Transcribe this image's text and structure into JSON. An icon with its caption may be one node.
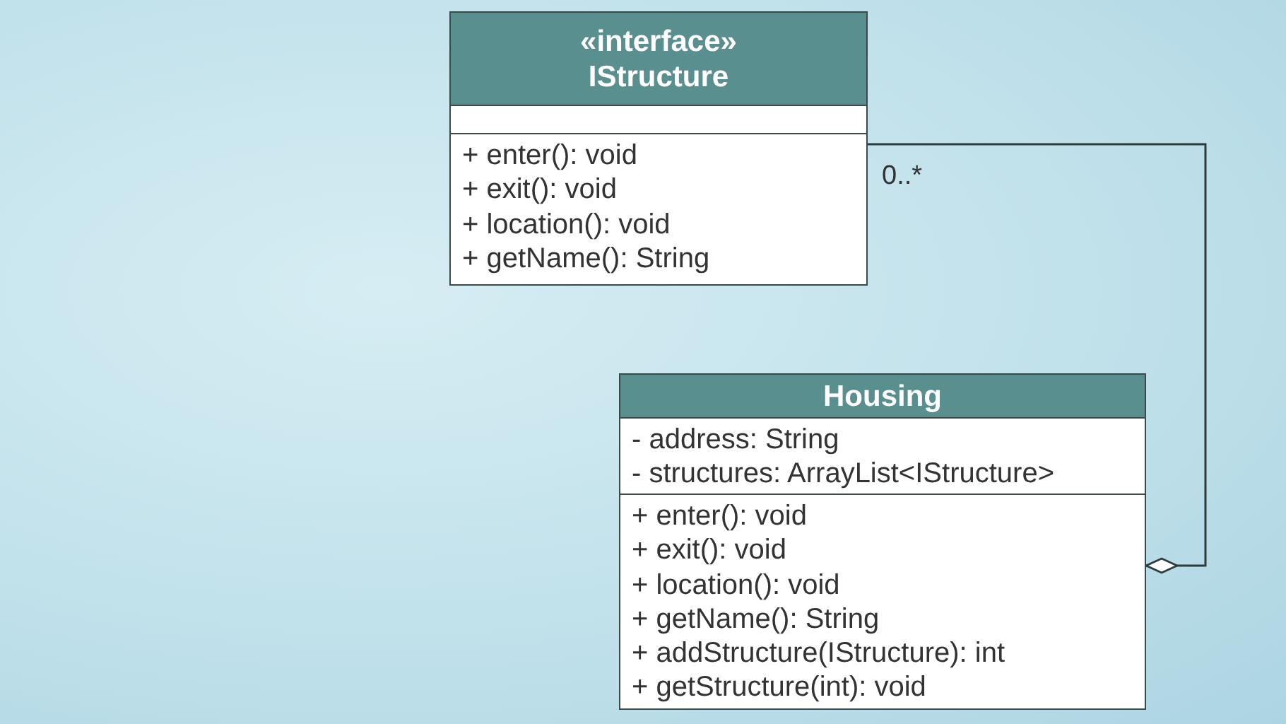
{
  "diagram": {
    "nodes": [
      {
        "text": [
          "«interface»",
          "IStructure",
          "+ enter(): void",
          "+ exit(): void",
          "+ location(): void",
          "+ getName(): String"
        ]
      },
      {
        "text": [
          "Housing",
          "- address: String",
          "- structures: ArrayList<IStructure>",
          "+ enter(): void",
          "+ exit(): void",
          "+ location(): void",
          "+ getName(): String",
          "+ addStructure(IStructure): int",
          "+ getStructure(int): void"
        ]
      }
    ],
    "edges": [
      {
        "from": 1,
        "to": 0,
        "arrow": "other",
        "label": "0..*"
      }
    ]
  }
}
